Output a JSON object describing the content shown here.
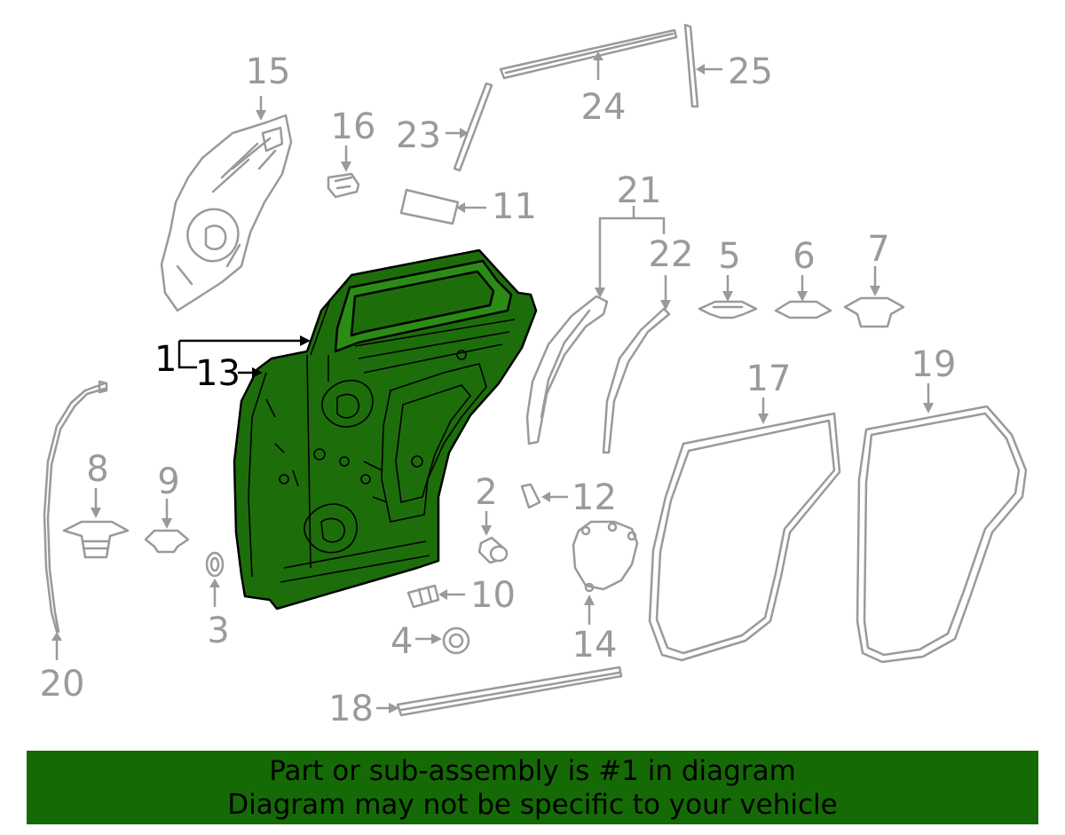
{
  "colors": {
    "highlight": "#1d6e0b",
    "highlight_light": "#2a8c14",
    "part_stroke": "#9a9a9a",
    "label_gray": "#9a9a9a",
    "label_dark": "#000000",
    "banner_bg": "#156a06"
  },
  "highlighted_part": "1",
  "callouts": {
    "c1": "1",
    "c2": "2",
    "c3": "3",
    "c4": "4",
    "c5": "5",
    "c6": "6",
    "c7": "7",
    "c8": "8",
    "c9": "9",
    "c10": "10",
    "c11": "11",
    "c12": "12",
    "c13": "13",
    "c14": "14",
    "c15": "15",
    "c16": "16",
    "c17": "17",
    "c18": "18",
    "c19": "19",
    "c20": "20",
    "c21": "21",
    "c22": "22",
    "c23": "23",
    "c24": "24",
    "c25": "25"
  },
  "banner": {
    "line1": "Part or sub-assembly is #1 in diagram",
    "line2": "Diagram may not be specific to your vehicle"
  }
}
